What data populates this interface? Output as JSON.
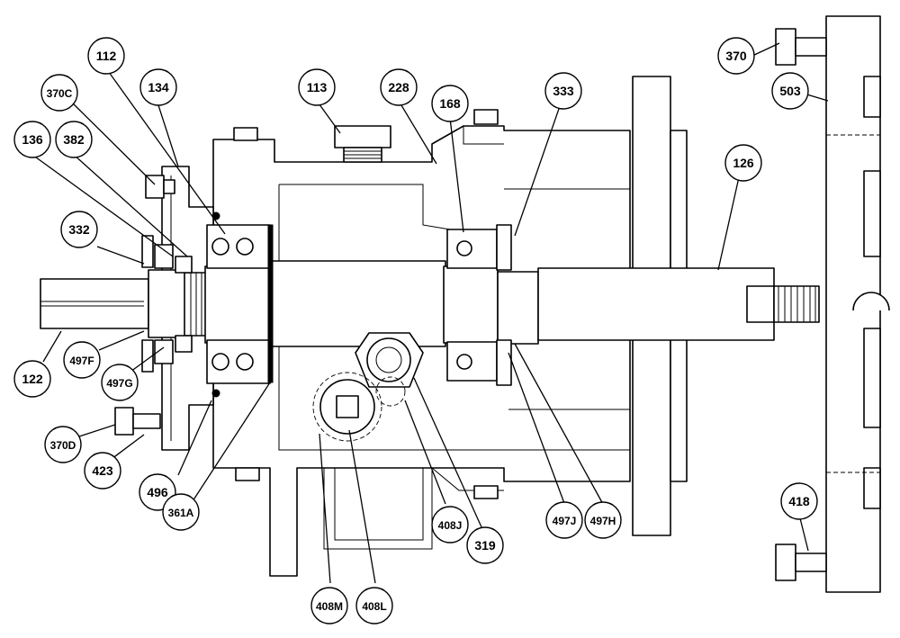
{
  "callouts": [
    {
      "id": "112"
    },
    {
      "id": "370C"
    },
    {
      "id": "134"
    },
    {
      "id": "136"
    },
    {
      "id": "382"
    },
    {
      "id": "113"
    },
    {
      "id": "228"
    },
    {
      "id": "168"
    },
    {
      "id": "333"
    },
    {
      "id": "370"
    },
    {
      "id": "503"
    },
    {
      "id": "126"
    },
    {
      "id": "332"
    },
    {
      "id": "122"
    },
    {
      "id": "497F"
    },
    {
      "id": "497G"
    },
    {
      "id": "370D"
    },
    {
      "id": "423"
    },
    {
      "id": "496"
    },
    {
      "id": "361A"
    },
    {
      "id": "408M"
    },
    {
      "id": "408L"
    },
    {
      "id": "408J"
    },
    {
      "id": "319"
    },
    {
      "id": "497J"
    },
    {
      "id": "497H"
    },
    {
      "id": "418"
    }
  ]
}
